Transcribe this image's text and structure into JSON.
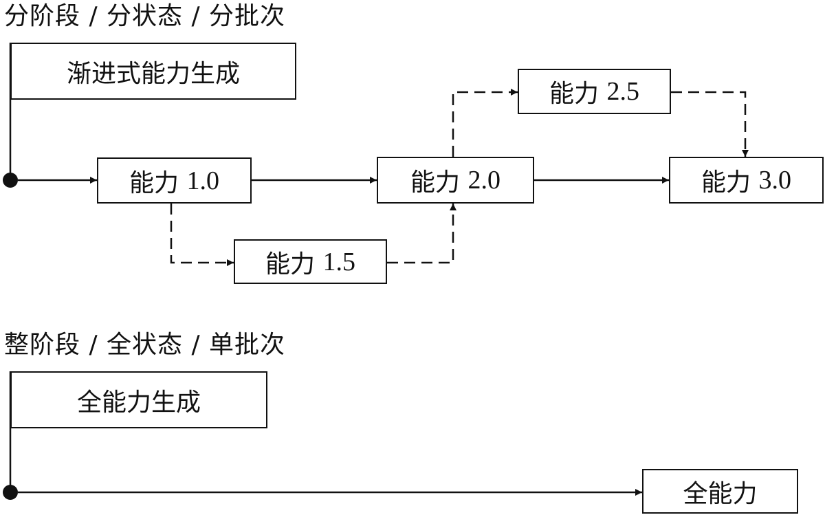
{
  "section_progressive": {
    "heading": "分阶段 / 分状态 / 分批次",
    "title_box": "渐进式能力生成",
    "nodes": [
      {
        "id": "c10",
        "prefix": "能力",
        "version": "1.0"
      },
      {
        "id": "c15",
        "prefix": "能力",
        "version": "1.5"
      },
      {
        "id": "c20",
        "prefix": "能力",
        "version": "2.0"
      },
      {
        "id": "c25",
        "prefix": "能力",
        "version": "2.5"
      },
      {
        "id": "c30",
        "prefix": "能力",
        "version": "3.0"
      }
    ],
    "edges": [
      {
        "from": "start",
        "to": "c10",
        "style": "solid"
      },
      {
        "from": "c10",
        "to": "c20",
        "style": "solid"
      },
      {
        "from": "c20",
        "to": "c30",
        "style": "solid"
      },
      {
        "from": "c10",
        "to": "c15",
        "style": "dashed"
      },
      {
        "from": "c15",
        "to": "c20",
        "style": "dashed"
      },
      {
        "from": "c20",
        "to": "c25",
        "style": "dashed"
      },
      {
        "from": "c25",
        "to": "c30",
        "style": "dashed"
      }
    ]
  },
  "section_full": {
    "heading": "整阶段 / 全状态 / 单批次",
    "title_box": "全能力生成",
    "node": "全能力",
    "edges": [
      {
        "from": "start",
        "to": "full",
        "style": "solid"
      }
    ]
  },
  "colors": {
    "line": "#111111",
    "background": "#ffffff"
  }
}
